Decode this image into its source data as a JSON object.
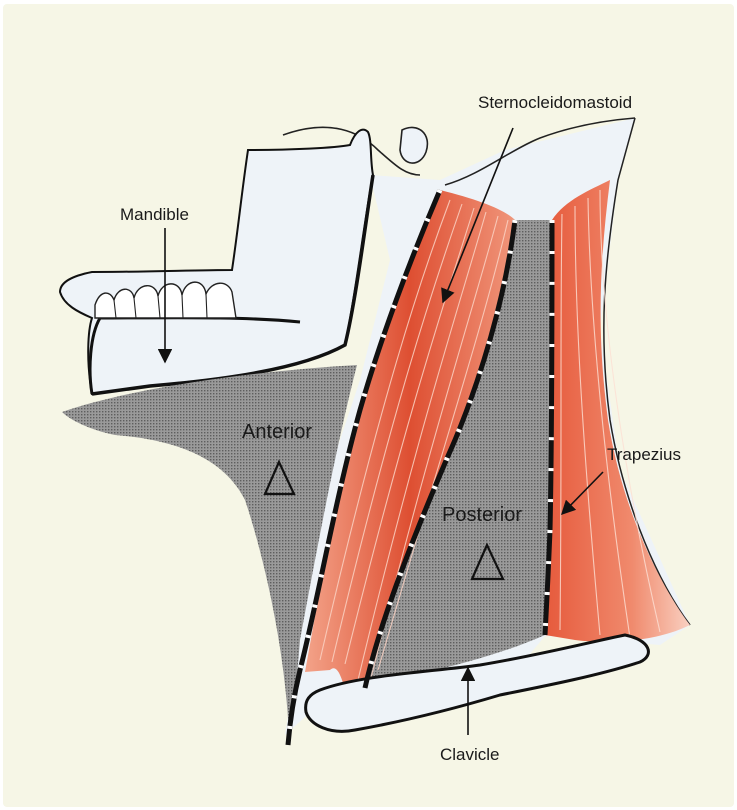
{
  "labels": {
    "mandible": "Mandible",
    "sternocleidomastoid": "Sternocleidomastoid",
    "anterior": "Anterior",
    "posterior": "Posterior",
    "trapezius": "Trapezius",
    "clavicle": "Clavicle"
  },
  "colors": {
    "background": "#f6f6e6",
    "bone": "#eef3f8",
    "outline": "#111111",
    "muscle": "#e2573a",
    "muscle_light": "#f7b59f",
    "triangle_fill": "#8f8f8f"
  },
  "icons": {
    "anterior_marker": "triangle-outline-icon",
    "posterior_marker": "triangle-outline-icon"
  }
}
